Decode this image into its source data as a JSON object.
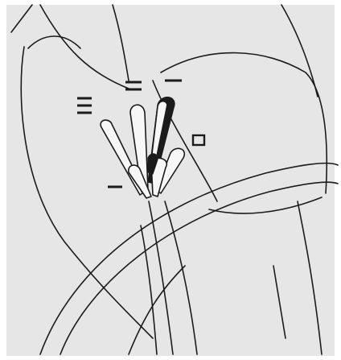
{
  "diagram": {
    "description_free": true,
    "colors": {
      "background": "#e6e6e6",
      "ink": "#1b1b1b",
      "highlight": "#f7f7f7"
    },
    "labels": [
      {
        "id": "I",
        "bars": 1
      },
      {
        "id": "II",
        "bars": 2
      },
      {
        "id": "III",
        "bars": 3
      },
      {
        "id": "IV",
        "bars": 1
      },
      {
        "id": "box",
        "bars": 0
      }
    ]
  }
}
